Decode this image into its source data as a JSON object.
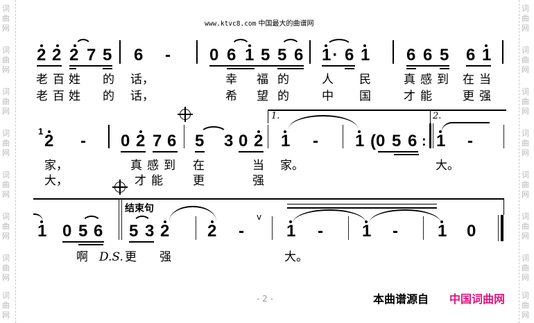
{
  "header": {
    "url": "www.ktvc8.com",
    "site_tagline": "中国最大的曲谱网"
  },
  "watermark": {
    "chars": [
      "词",
      "曲",
      "网"
    ]
  },
  "row1": {
    "notes": [
      "2",
      "2",
      "2",
      "7",
      "5",
      "6",
      "-",
      "0",
      "6",
      "1",
      "5",
      "5",
      "6",
      "1·",
      "6",
      "1",
      "6",
      "6",
      "5",
      "6",
      "1"
    ],
    "lyrics1": [
      "老",
      "百",
      "姓",
      "的",
      "话，",
      "幸",
      "福",
      "的",
      "人",
      "民",
      "真",
      "感",
      "到",
      "在",
      "当"
    ],
    "lyrics2": [
      "老",
      "百",
      "姓",
      "的",
      "话，",
      "希",
      "望",
      "的",
      "中",
      "国",
      "才",
      "能",
      "更",
      "强"
    ]
  },
  "row2": {
    "grace": "1",
    "notes": [
      "2",
      "-",
      "0",
      "2",
      "7",
      "6",
      "5",
      "3",
      "0",
      "2",
      "1",
      "-",
      "1",
      "(0",
      "5",
      "6",
      ":",
      "1",
      "-"
    ],
    "volta1": "1.",
    "volta2": "2.",
    "lyrics1": [
      "家，",
      "真",
      "感",
      "到",
      "在",
      "当",
      "家。",
      "大。"
    ],
    "lyrics2": [
      "大，",
      "才",
      "能",
      "更",
      "强"
    ]
  },
  "row3": {
    "ending_label": "结束句",
    "notes": [
      "1",
      "0",
      "5",
      "6",
      "5",
      "3",
      "2",
      "2",
      "-",
      "1",
      "-",
      "1",
      "-",
      "1",
      "0"
    ],
    "breath": "v",
    "lyrics": [
      "啊",
      "D.S.",
      "更",
      "强",
      "大。"
    ]
  },
  "footer": {
    "page": "- 2 -",
    "source_label": "本曲谱源自",
    "site_name": "中国词曲网",
    "site_color": "#e0157f"
  }
}
